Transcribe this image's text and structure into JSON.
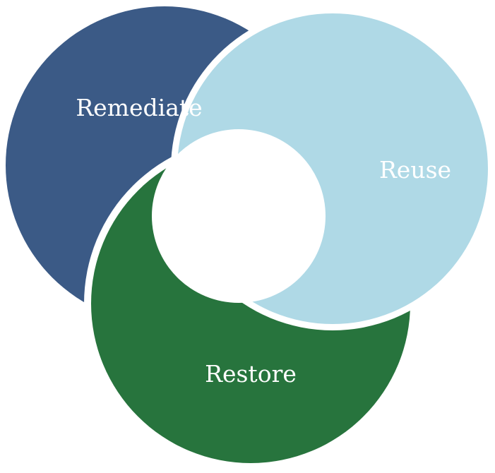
{
  "diagram": {
    "segments": [
      {
        "id": "remediate",
        "label": "Remediate",
        "color": "#3b5a86"
      },
      {
        "id": "reuse",
        "label": "Reuse",
        "color": "#afd9e6"
      },
      {
        "id": "restore",
        "label": "Restore",
        "color": "#27743d"
      }
    ],
    "background": "#ffffff"
  }
}
